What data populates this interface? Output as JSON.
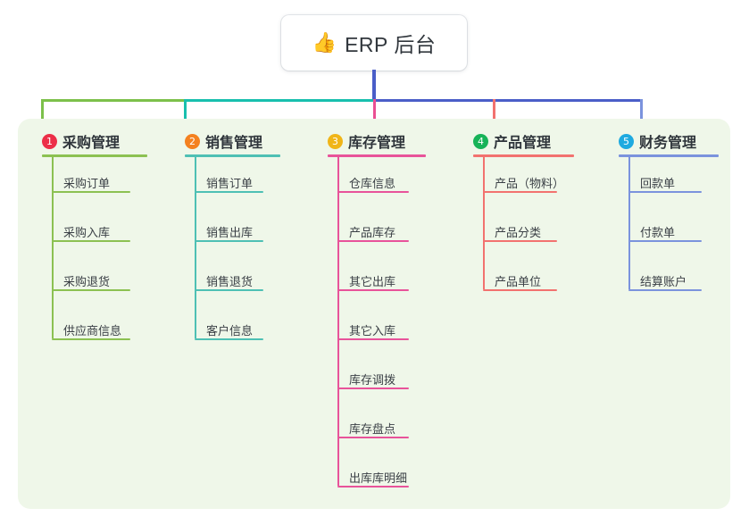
{
  "root": {
    "icon": "thumbs-up-icon",
    "emoji": "👍",
    "title": "ERP 后台"
  },
  "theme": {
    "page_background": "#ffffff",
    "panel_background": "#eff7e9",
    "root_text": "#31373d",
    "item_text": "#3b4046",
    "bus_green": "#7cc04a",
    "bus_teal": "#18bfae",
    "bus_blue": "#4a5ec8",
    "drop_pink": "#ea4f93"
  },
  "columns": [
    {
      "number": "1",
      "title": "采购管理",
      "badge_color": "#ec2f48",
      "line_color": "#8cc152",
      "items": [
        "采购订单",
        "采购入库",
        "采购退货",
        "供应商信息"
      ]
    },
    {
      "number": "2",
      "title": "销售管理",
      "badge_color": "#f48120",
      "line_color": "#4ec0b4",
      "items": [
        "销售订单",
        "销售出库",
        "销售退货",
        "客户信息"
      ]
    },
    {
      "number": "3",
      "title": "库存管理",
      "badge_color": "#f0b518",
      "line_color": "#e8539a",
      "items": [
        "仓库信息",
        "产品库存",
        "其它出库",
        "其它入库",
        "库存调拨",
        "库存盘点",
        "出库库明细"
      ]
    },
    {
      "number": "4",
      "title": "产品管理",
      "badge_color": "#17b358",
      "line_color": "#f2726f",
      "items": [
        "产品（物料）",
        "产品分类",
        "产品单位"
      ]
    },
    {
      "number": "5",
      "title": "财务管理",
      "badge_color": "#1eaae0",
      "line_color": "#7b93dd",
      "items": [
        "回款单",
        "付款单",
        "结算账户"
      ]
    }
  ]
}
